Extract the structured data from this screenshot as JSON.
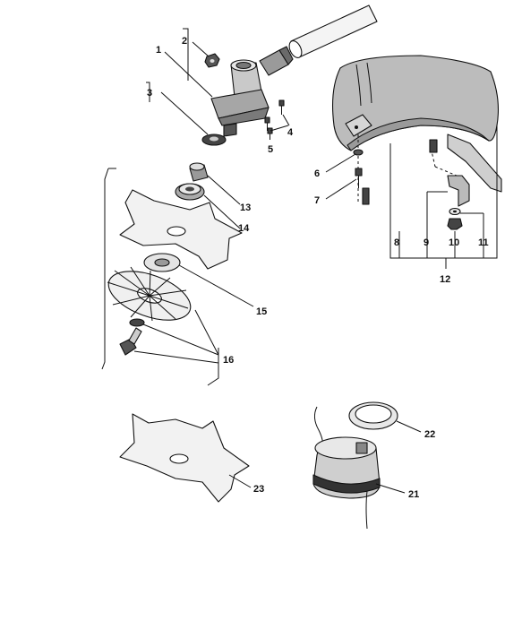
{
  "callouts": {
    "c1": "1",
    "c2": "2",
    "c3": "3",
    "c4": "4",
    "c5": "5",
    "c6": "6",
    "c7": "7",
    "c8": "8",
    "c9": "9",
    "c10": "10",
    "c11": "11",
    "c12": "12",
    "c13": "13",
    "c14": "14",
    "c15": "15",
    "c16": "16",
    "c21": "21",
    "c22": "22",
    "c23": "23"
  },
  "colors": {
    "line": "#111111",
    "shade": "#bdbdbd",
    "dark": "#555555",
    "light": "#efefef"
  }
}
